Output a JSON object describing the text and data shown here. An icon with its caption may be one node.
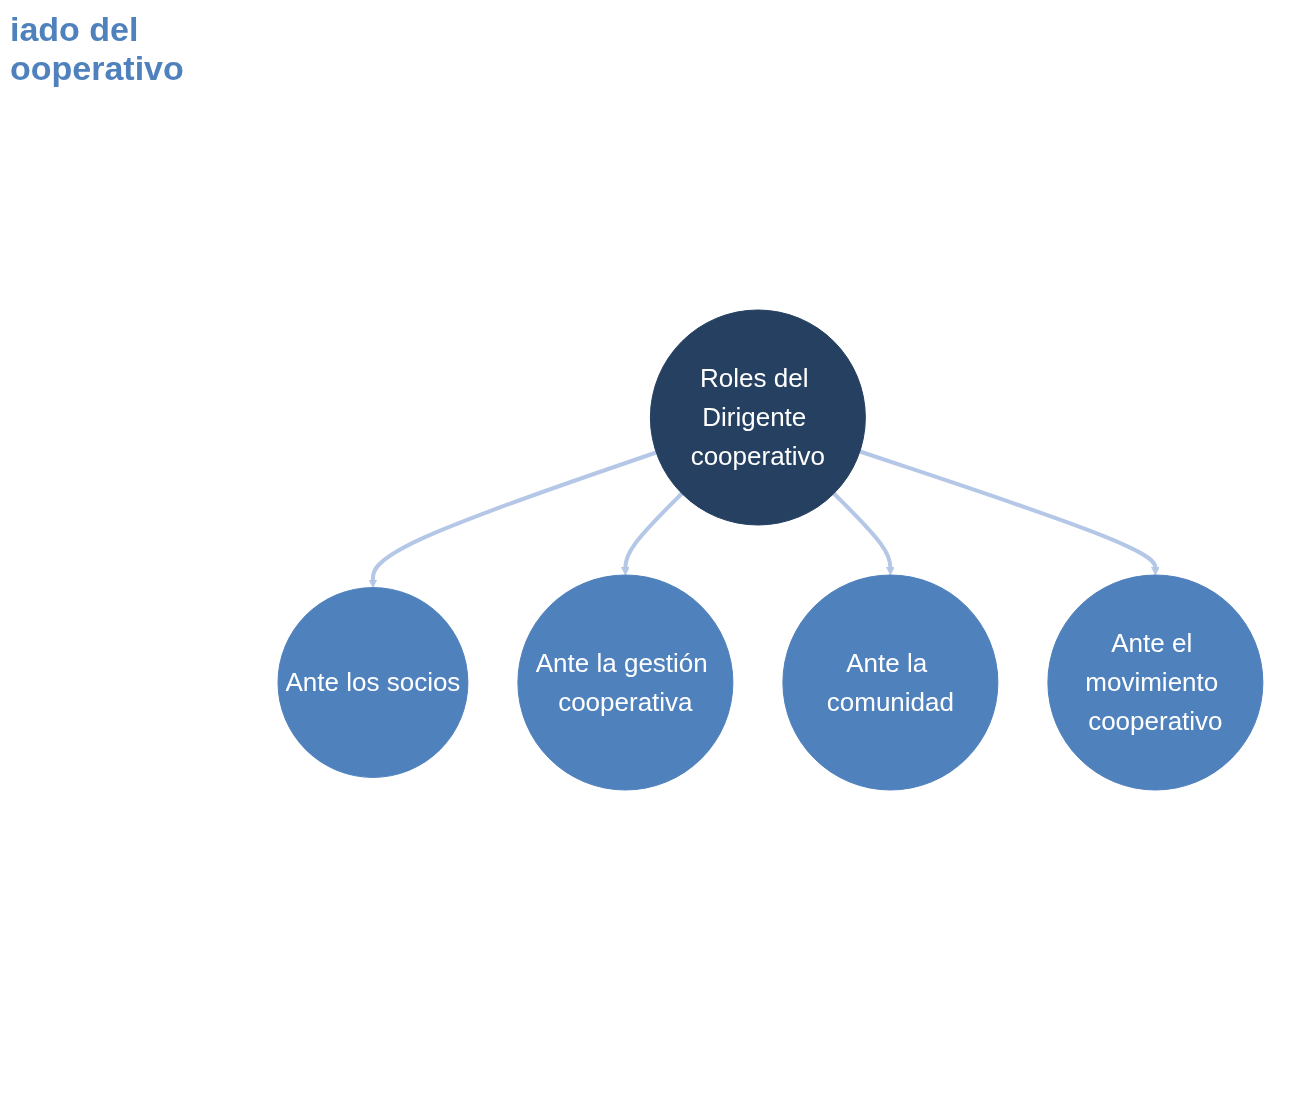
{
  "diagram": {
    "nodes": [
      {
        "text": [
          "Ante los socios"
        ]
      },
      {
        "text": [
          "Ante la gestión cooperativa"
        ]
      },
      {
        "text": [
          "Roles del Dirigente cooperativo"
        ]
      },
      {
        "text": [
          "Ante la comunidad"
        ]
      },
      {
        "text": [
          "Ante el movimiento cooperativo"
        ]
      }
    ],
    "edges": [
      {
        "from": 2,
        "to": 0,
        "arrow": "to"
      },
      {
        "from": 2,
        "to": 1,
        "arrow": "to"
      },
      {
        "from": 2,
        "to": 3,
        "arrow": "to"
      },
      {
        "from": 2,
        "to": 4,
        "arrow": "to"
      }
    ],
    "labels": [
      "iado del ooperativo"
    ]
  }
}
